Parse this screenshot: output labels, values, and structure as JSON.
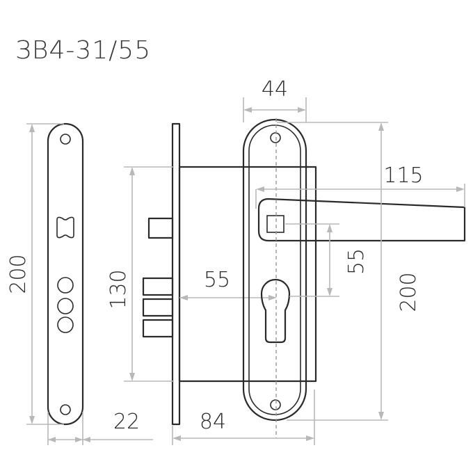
{
  "drawing": {
    "model_code": "ЗВ4-31/55",
    "dimensions": {
      "faceplate_height": "200",
      "faceplate_width": "22",
      "body_height": "130",
      "backset": "55",
      "body_depth": "84",
      "escutcheon_width": "44",
      "handle_length": "115",
      "handle_to_cylinder": "55",
      "escutcheon_height": "200"
    }
  }
}
